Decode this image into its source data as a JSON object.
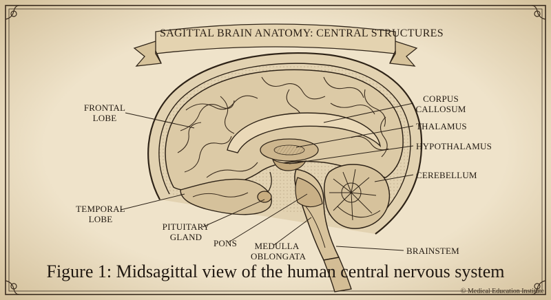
{
  "banner": {
    "title": "SAGITTAL BRAIN ANATOMY: CENTRAL STRUCTURES"
  },
  "labels": {
    "frontal_lobe": [
      "FRONTAL",
      "LOBE"
    ],
    "temporal_lobe": [
      "TEMPORAL",
      "LOBE"
    ],
    "pituitary_gland": [
      "PITUITARY",
      "GLAND"
    ],
    "pons": "PONS",
    "medulla_oblongata": [
      "MEDULLA",
      "OBLONGATA"
    ],
    "corpus_callosum": [
      "CORPUS",
      "CALLOSUM"
    ],
    "thalamus": "THALAMUS",
    "hypothalamus": "HYPOTHALAMUS",
    "cerebellum": "CEREBELLUM",
    "brainstem": "BRAINSTEM"
  },
  "caption": "Figure 1: Midsagittal view of the human central nervous system",
  "copyright": "© Medical Education Institute",
  "colors": {
    "parchment": "#e9dcc1",
    "ink": "#2b2117",
    "brain_fill": "#dccaa6",
    "shade": "#c6ae86"
  }
}
